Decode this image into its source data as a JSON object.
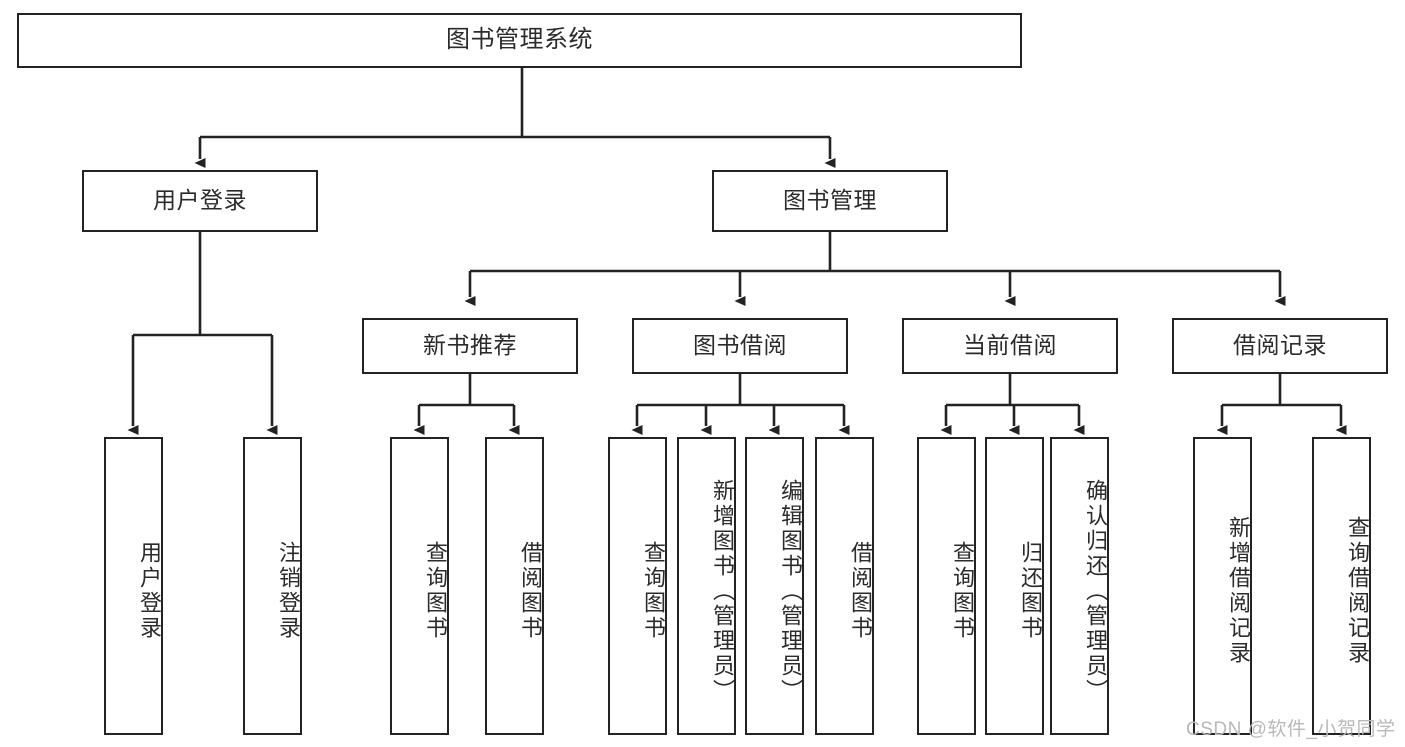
{
  "diagram": {
    "title": "图书管理系统",
    "type": "功能结构图",
    "watermark": "CSDN @软件_小贺同学",
    "colors": {
      "stroke": "#232323",
      "text": "#2b2b2b",
      "background": "#ffffff",
      "watermark": "#b9b9b9"
    },
    "root": {
      "label": "图书管理系统"
    },
    "level2": [
      {
        "label": "用户登录"
      },
      {
        "label": "图书管理"
      }
    ],
    "level3": [
      {
        "label": "新书推荐"
      },
      {
        "label": "图书借阅"
      },
      {
        "label": "当前借阅"
      },
      {
        "label": "借阅记录"
      }
    ],
    "leaves": {
      "user_login": [
        {
          "label": "用户登录"
        },
        {
          "label": "注销登录"
        }
      ],
      "new_book": [
        {
          "label": "查询图书"
        },
        {
          "label": "借阅图书"
        }
      ],
      "book_borrow": [
        {
          "label": "查询图书"
        },
        {
          "label": "新增图书（管理员）"
        },
        {
          "label": "编辑图书（管理员）"
        },
        {
          "label": "借阅图书"
        }
      ],
      "current_borrow": [
        {
          "label": "查询图书"
        },
        {
          "label": "归还图书"
        },
        {
          "label": "确认归还（管理员）"
        }
      ],
      "borrow_record": [
        {
          "label": "新增借阅记录"
        },
        {
          "label": "查询借阅记录"
        }
      ]
    }
  }
}
